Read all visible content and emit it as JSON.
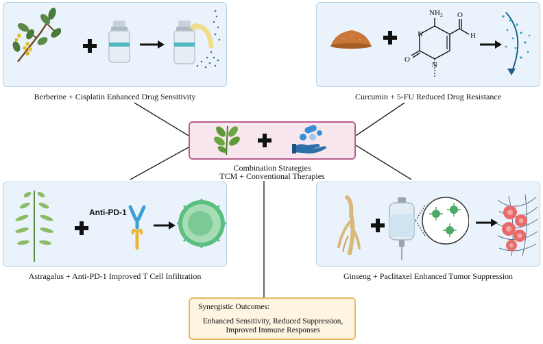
{
  "center": {
    "line1": "Combination Strategies",
    "line2": "TCM + Conventional Therapies"
  },
  "panels": {
    "top_left": {
      "caption": "Berberine + Cisplatin Enhanced Drug Sensitivity"
    },
    "top_right": {
      "caption": "Curcumin + 5-FU Reduced Drug Resistance"
    },
    "bottom_left": {
      "caption": "Astragalus + Anti-PD-1 Improved T Cell Infiltration",
      "antibody_label": "Anti-PD-1"
    },
    "bottom_right": {
      "caption": "Ginseng + Paclitaxel Enhanced Tumor Suppression"
    }
  },
  "molecule": {
    "nh2": "NH",
    "nh2_sub": "2",
    "o_left": "O",
    "n_left": "N",
    "n_right": "N",
    "h": "H",
    "o_top": "O"
  },
  "outcomes": {
    "title": "Synergistic Outcomes:",
    "line1": "Enhanced Sensitivity, Reduced Suppression,",
    "line2": "Improved Immune Responses"
  },
  "colors": {
    "panel_bg": "#eaf3fb",
    "panel_border": "#b9d2e6",
    "center_bg": "#f8e6ee",
    "center_border": "#b75c8e",
    "outcome_bg": "#fdf4e2",
    "outcome_border": "#e8b860"
  }
}
